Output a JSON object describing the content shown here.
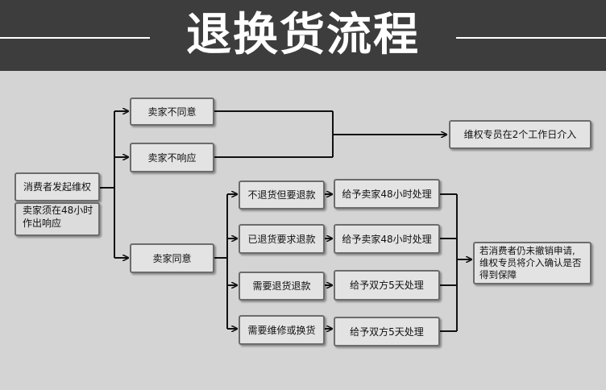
{
  "header": {
    "title": "退换货流程"
  },
  "nodes": {
    "consumer_claim": "消费者发起维权",
    "seller_notice": [
      "卖家须在48小时",
      "作出响应"
    ],
    "seller_disagree": "卖家不同意",
    "seller_no_response": "卖家不响应",
    "seller_agree": "卖家同意",
    "intervene_two_days": "维权专员在2个工作日介入",
    "no_return_refund": "不退货但要退款",
    "returned_refund": "已退货要求退款",
    "need_return_refund": "需要退货退款",
    "need_repair_exchange": "需要维修或换货",
    "seller_48h_a": "给予卖家48小时处理",
    "seller_48h_b": "给予卖家48小时处理",
    "both_5d_a": "给予双方5天处理",
    "both_5d_b": "给予双方5天处理",
    "final_decision": [
      "若消费者仍未撤销申请,",
      "维权专员将介入确认是否",
      "得到保障"
    ]
  }
}
